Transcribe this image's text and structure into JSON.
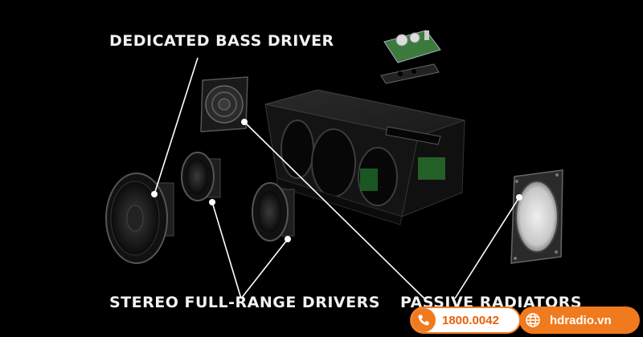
{
  "labels": {
    "bass": "DEDICATED BASS DRIVER",
    "stereo": "STEREO FULL-RANGE DRIVERS",
    "passive": "PASSIVE RADIATORS"
  },
  "contact": {
    "phone": "1800.0042",
    "website": "hdradio.vn",
    "phone_icon": "phone-icon",
    "web_icon": "globe-icon"
  },
  "colors": {
    "background": "#000000",
    "label_text": "#f2f2f2",
    "accent": "#f07a1e",
    "callout_line": "#ffffff"
  }
}
